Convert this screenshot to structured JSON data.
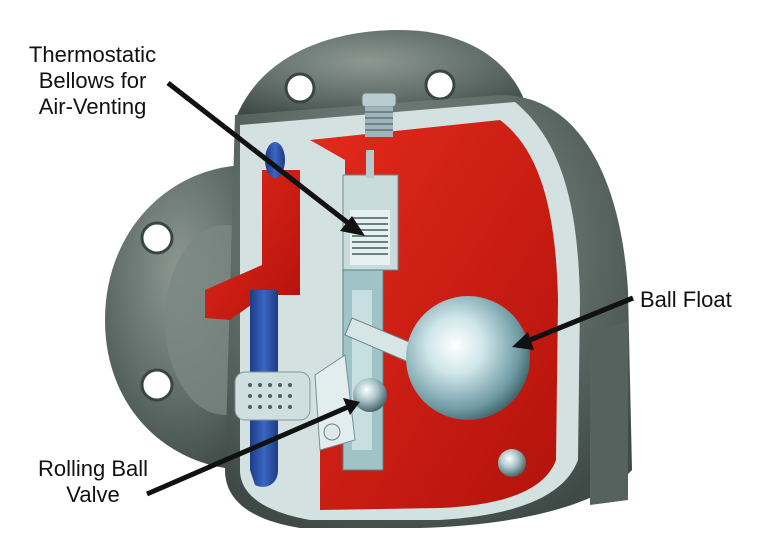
{
  "diagram": {
    "subject": "Float and thermostatic steam trap cutaway",
    "colors": {
      "body_metal": "#5e6b66",
      "body_metal_light": "#8a958f",
      "cut_face": "#d3e2e0",
      "steam_red": "#d21c12",
      "condensate_blue": "#234a9a",
      "float_steel": "#b8d4d8",
      "arrow": "#111111",
      "background": "#ffffff"
    },
    "labels": [
      {
        "id": "thermostatic-bellows",
        "lines": [
          "Thermostatic",
          "Bellows for",
          "Air-Venting"
        ]
      },
      {
        "id": "ball-float",
        "lines": [
          "Ball Float"
        ]
      },
      {
        "id": "rolling-ball-valve",
        "lines": [
          "Rolling Ball",
          "Valve"
        ]
      }
    ]
  }
}
